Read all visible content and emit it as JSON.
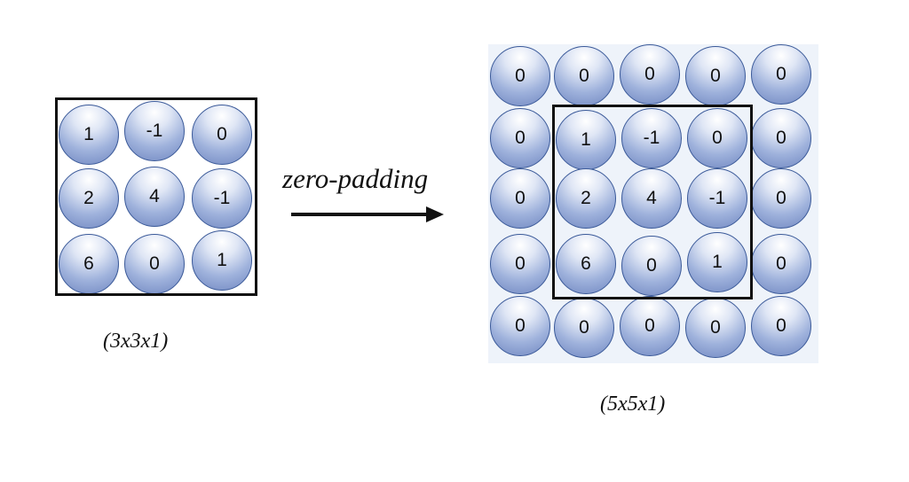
{
  "input": {
    "caption": "(3x3x1)",
    "values": [
      [
        "1",
        "-1",
        "0"
      ],
      [
        "2",
        "4",
        "-1"
      ],
      [
        "6",
        "0",
        "1"
      ]
    ]
  },
  "operation": {
    "label": "zero-padding"
  },
  "output": {
    "caption": "(5x5x1)",
    "values": [
      [
        "0",
        "0",
        "0",
        "0",
        "0"
      ],
      [
        "0",
        "1",
        "-1",
        "0",
        "0"
      ],
      [
        "0",
        "2",
        "4",
        "-1",
        "0"
      ],
      [
        "0",
        "6",
        "0",
        "1",
        "0"
      ],
      [
        "0",
        "0",
        "0",
        "0",
        "0"
      ]
    ]
  },
  "colors": {
    "cell_fill": "#9fb2dc",
    "cell_border": "#3b5a99",
    "panel_bg": "#eef3fa",
    "frame": "#111111"
  }
}
